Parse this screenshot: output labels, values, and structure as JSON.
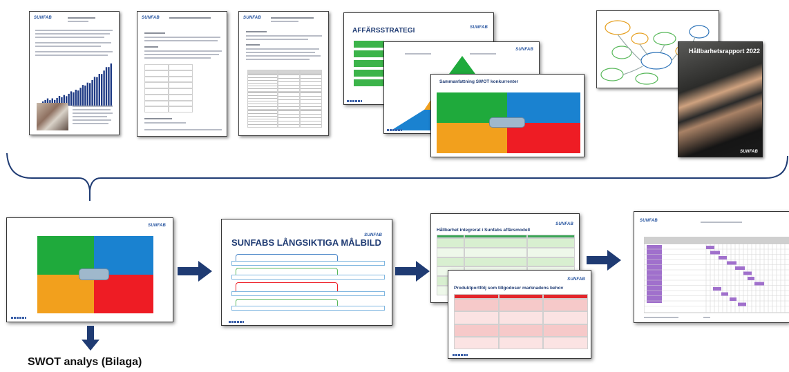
{
  "brand": {
    "logo_text": "SUNFAB",
    "accent": "#1f4e9c"
  },
  "top_row": {
    "strategy_slide": {
      "title": "AFFÄRSSTRATEGI"
    },
    "swot_competitor_slide": {
      "title": "Sammanfattning SWOT konkurrenter"
    },
    "sustainability_report": {
      "title": "Hållbarhetsrapport 2022"
    }
  },
  "bottom_row": {
    "goals_slide": {
      "title": "SUNFABS LÅNGSIKTIGA MÅLBILD"
    },
    "model_slide": {
      "title": "Hållbarhet integrerat i Sunfabs affärsmodell"
    },
    "product_slide": {
      "title": "Produktportfölj som tillgodoser marknadens behov"
    }
  },
  "caption": {
    "text": "SWOT analys (Bilaga)"
  },
  "colors": {
    "swot_green": "#1faa3c",
    "swot_blue": "#1a82d0",
    "swot_orange": "#f2a01d",
    "swot_red": "#ee1c24",
    "connector": "#1f3b73",
    "arrow": "#1f3b73"
  }
}
